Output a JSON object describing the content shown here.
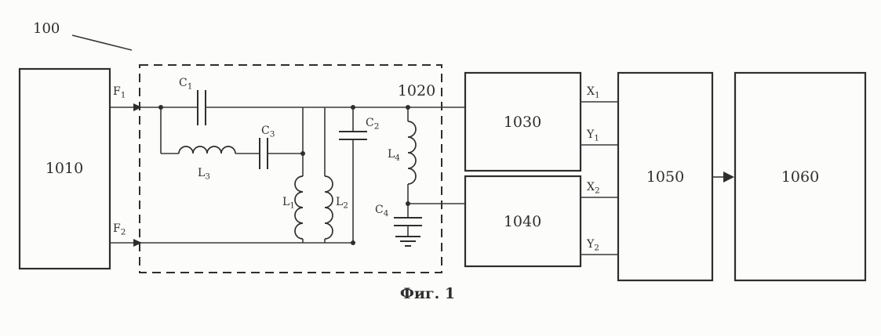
{
  "figure": {
    "ref": "100",
    "caption": "Фиг. 1"
  },
  "blocks": {
    "b1010": "1010",
    "b1020": "1020",
    "b1030": "1030",
    "b1040": "1040",
    "b1050": "1050",
    "b1060": "1060"
  },
  "ports": {
    "f1": {
      "base": "F",
      "sub": "1"
    },
    "f2": {
      "base": "F",
      "sub": "2"
    },
    "x1": {
      "base": "X",
      "sub": "1"
    },
    "y1": {
      "base": "Y",
      "sub": "1"
    },
    "x2": {
      "base": "X",
      "sub": "2"
    },
    "y2": {
      "base": "Y",
      "sub": "2"
    }
  },
  "components": {
    "c1": {
      "base": "C",
      "sub": "1"
    },
    "c2": {
      "base": "C",
      "sub": "2"
    },
    "c3": {
      "base": "C",
      "sub": "3"
    },
    "c4": {
      "base": "C",
      "sub": "4"
    },
    "l1": {
      "base": "L",
      "sub": "1"
    },
    "l2": {
      "base": "L",
      "sub": "2"
    },
    "l3": {
      "base": "L",
      "sub": "3"
    },
    "l4": {
      "base": "L",
      "sub": "4"
    }
  },
  "colors": {
    "ink": "#2e2e2e",
    "wire": "#3a3a3a",
    "paper": "#fcfcfa"
  }
}
